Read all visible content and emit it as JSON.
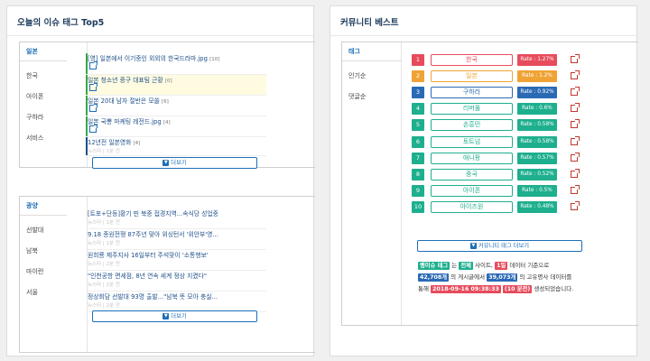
{
  "left": {
    "title": "오늘의 이슈 태그 Top5",
    "box1": {
      "tabs": [
        "일본",
        "한국",
        "아이폰",
        "구하라",
        "서비스"
      ],
      "news": [
        {
          "title": "[영] 일본에서 이기중인 외외의 한국드라마.jpg",
          "count": "[10]",
          "meta": "",
          "bar": "#3aa64b",
          "highlight": false
        },
        {
          "title": "일본 청소년 증구 대표팀 근황",
          "count": "[0]",
          "meta": "",
          "bar": "#3aa64b",
          "highlight": true
        },
        {
          "title": "일본 20대 남자 절반은 모쏠",
          "count": "[6]",
          "meta": "",
          "bar": "#3aa64b",
          "highlight": false
        },
        {
          "title": "일본 국뽕 마케팅 레전드.jpg",
          "count": "[4]",
          "meta": "",
          "bar": "#3aa64b",
          "highlight": false
        },
        {
          "title": "12년전 일본영화",
          "count": "[4]",
          "meta": "뉴스타 | 1분 전",
          "bar": "#1e4f8a",
          "highlight": false
        }
      ],
      "more": "더보기"
    },
    "box2": {
      "tabs": [
        "광양",
        "선발대",
        "남북",
        "마이런",
        "서울"
      ],
      "news": [
        {
          "title": "[트포+단등]황기 띤 북중 접경지역...속식당 성업중",
          "meta": "뉴스타 | 1분 전"
        },
        {
          "title": "9.18 종원전쟁 87주년 맞아 위싱턴서 '위안부'영...",
          "meta": "뉴스타 | 1분 전"
        },
        {
          "title": "원희룡 제주지사 16일부터 주석맞이 '소통행보'",
          "meta": "뉴스타 | 2분 전"
        },
        {
          "title": "\"인천공항 면세점, 8년 연속 세계 정상 지켰다\"",
          "meta": "뉴스타 | 2분 전"
        },
        {
          "title": "정상회담 선발대 93명 출발...\"남북 뜻 모아 충실...",
          "meta": "뉴스타 | 2분 전"
        }
      ],
      "more": "더보기"
    }
  },
  "right": {
    "title": "커뮤니티 베스트",
    "tabs": [
      "태그",
      "인기순",
      "댓글순"
    ],
    "ranks": [
      {
        "num": "1",
        "name": "한국",
        "rate": "Rate : 1.27%",
        "num_color": "#e74c5c",
        "name_color": "#e74c5c",
        "rate_color": "#e74c5c"
      },
      {
        "num": "2",
        "name": "일본",
        "rate": "Rate : 1.2%",
        "num_color": "#f0a335",
        "name_color": "#f0a335",
        "rate_color": "#f0a335"
      },
      {
        "num": "3",
        "name": "구하라",
        "rate": "Rate : 0.92%",
        "num_color": "#2a6ab5",
        "name_color": "#2a6ab5",
        "rate_color": "#2a6ab5"
      },
      {
        "num": "4",
        "name": "리버풀",
        "rate": "Rate : 0.6%",
        "num_color": "#1eaf8e",
        "name_color": "#1eaf8e",
        "rate_color": "#1eaf8e"
      },
      {
        "num": "5",
        "name": "손흥민",
        "rate": "Rate : 0.58%",
        "num_color": "#1eaf8e",
        "name_color": "#1eaf8e",
        "rate_color": "#1eaf8e"
      },
      {
        "num": "6",
        "name": "토트넘",
        "rate": "Rate : 0.58%",
        "num_color": "#1eaf8e",
        "name_color": "#1eaf8e",
        "rate_color": "#1eaf8e"
      },
      {
        "num": "7",
        "name": "애니팡",
        "rate": "Rate : 0.57%",
        "num_color": "#1eaf8e",
        "name_color": "#1eaf8e",
        "rate_color": "#1eaf8e"
      },
      {
        "num": "8",
        "name": "중국",
        "rate": "Rate : 0.52%",
        "num_color": "#1eaf8e",
        "name_color": "#1eaf8e",
        "rate_color": "#1eaf8e"
      },
      {
        "num": "9",
        "name": "아이폰",
        "rate": "Rate : 0.5%",
        "num_color": "#1eaf8e",
        "name_color": "#1eaf8e",
        "rate_color": "#1eaf8e"
      },
      {
        "num": "10",
        "name": "아이즈원",
        "rate": "Rate : 0.48%",
        "num_color": "#1eaf8e",
        "name_color": "#1eaf8e",
        "rate_color": "#1eaf8e"
      }
    ],
    "more": "커뮤니티 태그 더보기",
    "info": {
      "badge1": "랭이슈 태그",
      "t1": "는",
      "badge2": "전체",
      "t2": "사이트,",
      "badge3": "1일",
      "t3": "데이터 기준으로",
      "badge4": "42,708개",
      "t4": "의 게시글에서",
      "badge5": "39,073개",
      "t5": "의 고유명사 데이터를",
      "t6": "통해",
      "badge6": "2018-09-16 09:38:33",
      "badge7": "(10 분전)",
      "t7": "생성되었습니다."
    }
  }
}
